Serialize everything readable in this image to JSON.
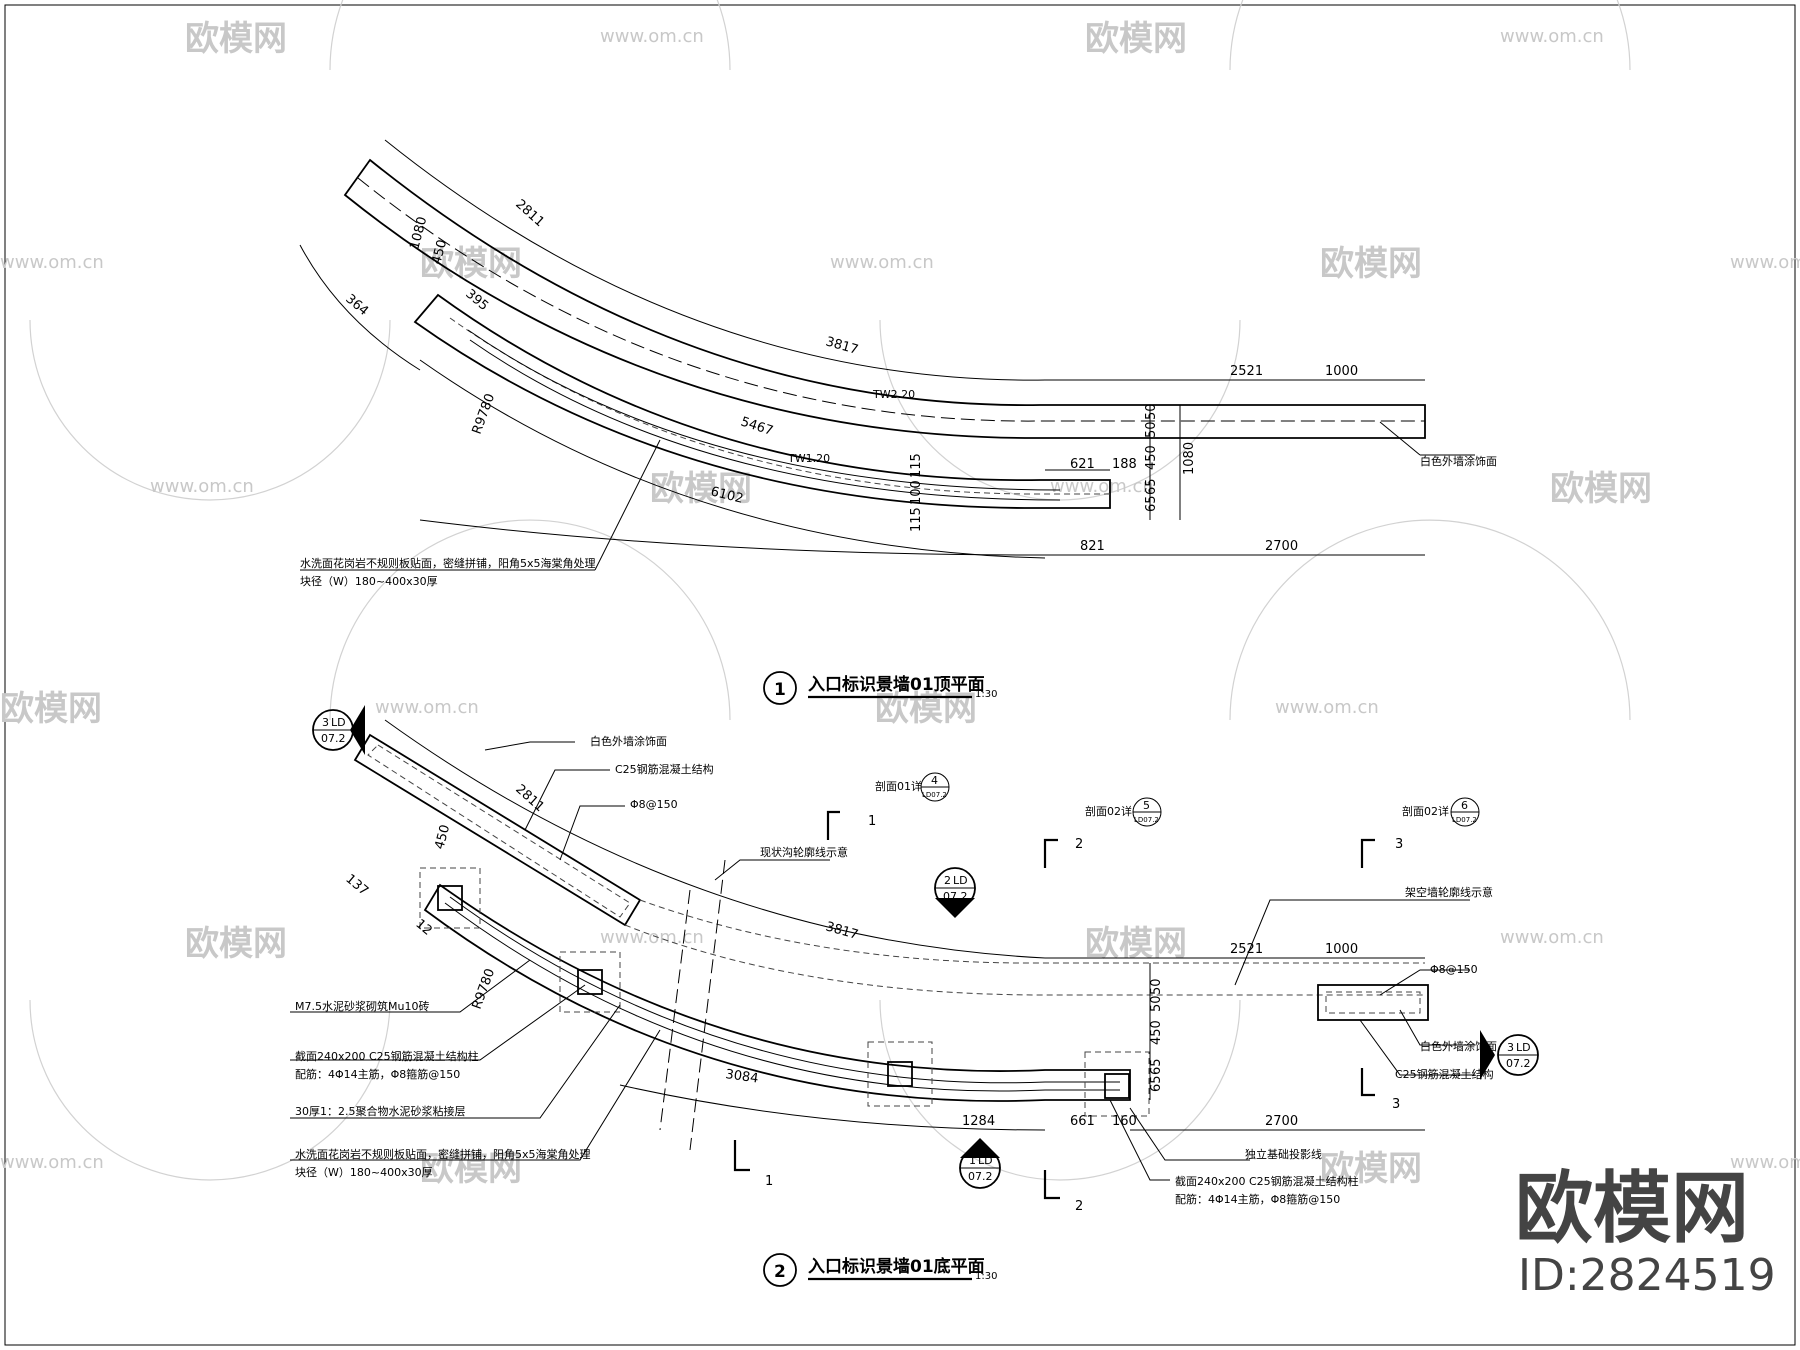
{
  "titles": {
    "plan1_number": "1",
    "plan1_title": "入口标识景墙01顶平面",
    "plan1_scale": "1:30",
    "plan2_number": "2",
    "plan2_title": "入口标识景墙01底平面",
    "plan2_scale": "1:30"
  },
  "plan1": {
    "dims": {
      "d2811": "2811",
      "d3817": "3817",
      "d2521": "2521",
      "d1000": "1000",
      "d5467": "5467",
      "d6102": "6102",
      "d621": "621",
      "d188": "188",
      "d821": "821",
      "d2700": "2700",
      "d1080a": "1080",
      "d1080b": "1080",
      "d50a": "50",
      "d50b": "50",
      "d450a": "450",
      "d450b": "450",
      "d65a": "65",
      "d65b": "65",
      "d115a": "115",
      "d115b": "115",
      "d100": "100",
      "d364": "364",
      "d395": "395",
      "r9780": "R9780",
      "tw1": "TW2.20",
      "tw2": "TW1.20"
    },
    "labels": {
      "wall_finish": "白色外墙涂饰面",
      "stone_note": "水洗面花岗岩不规则板贴面，密缝拼铺，阳角5x5海棠角处理",
      "stone_size": "块径（W）180~400x30厚"
    }
  },
  "plan2": {
    "dims": {
      "d2811": "2811",
      "d3817": "3817",
      "d2521": "2521",
      "d1000": "1000",
      "d3084": "3084",
      "d1284": "1284",
      "d661": "661",
      "d160": "160",
      "d2700": "2700",
      "d450a": "450",
      "d450b": "450",
      "d50a": "50",
      "d50b": "50",
      "d65a": "65",
      "d65b": "65",
      "d137": "137",
      "r9780": "R9780",
      "d12": "12"
    },
    "labels": {
      "wall_finish": "白色外墙涂饰面",
      "c25": "C25钢筋混凝土结构",
      "rebar": "Φ8@150",
      "sec1_note": "剖面01详",
      "sec2_note": "剖面02详",
      "sec3_note": "剖面02详",
      "trench": "现状沟轮廓线示意",
      "overhead": "架空墙轮廓线示意",
      "rebar_right": "Φ8@150",
      "wall_finish_right": "白色外墙涂饰面",
      "c25_right": "C25钢筋混凝土结构",
      "mortar": "M7.5水泥砂浆砌筑Mu10砖",
      "column_1": "截面240x200 C25钢筋混凝土结构柱",
      "column_1b": "配筋：4Φ14主筋，Φ8箍筋@150",
      "bond_layer": "30厚1：2.5聚合物水泥砂浆粘接层",
      "stone_note": "水洗面花岗岩不规则板贴面，密缝拼铺，阳角5x5海棠角处理",
      "stone_size": "块径（W）180~400x30厚",
      "independent": "独立基础投影线",
      "column_2": "截面240x200 C25钢筋混凝土结构柱",
      "column_2b": "配筋：4Φ14主筋，Φ8箍筋@150"
    },
    "section_marks": {
      "s4": "4",
      "s5": "5",
      "s6": "6",
      "s4_sheet": "LD07.2",
      "s5_sheet": "LD07.2",
      "s6_sheet": "LD07.2",
      "cut1": "1",
      "cut2": "2",
      "cut3": "3",
      "cut1b": "1",
      "cut2b": "2",
      "cut3b": "3"
    },
    "index_markers": {
      "m3_top": "3",
      "m3_top_ld": "LD",
      "m3_top_sheet": "07.2",
      "m2_mid": "2",
      "m2_mid_ld": "LD",
      "m2_mid_sheet": "07.2",
      "m1_bot": "1",
      "m1_bot_ld": "LD",
      "m1_bot_sheet": "07.2",
      "m3_right": "3",
      "m3_right_ld": "LD",
      "m3_right_sheet": "07.2"
    }
  },
  "watermark": {
    "brand": "欧模网",
    "url": "www.om.cn",
    "id": "ID:2824519"
  }
}
